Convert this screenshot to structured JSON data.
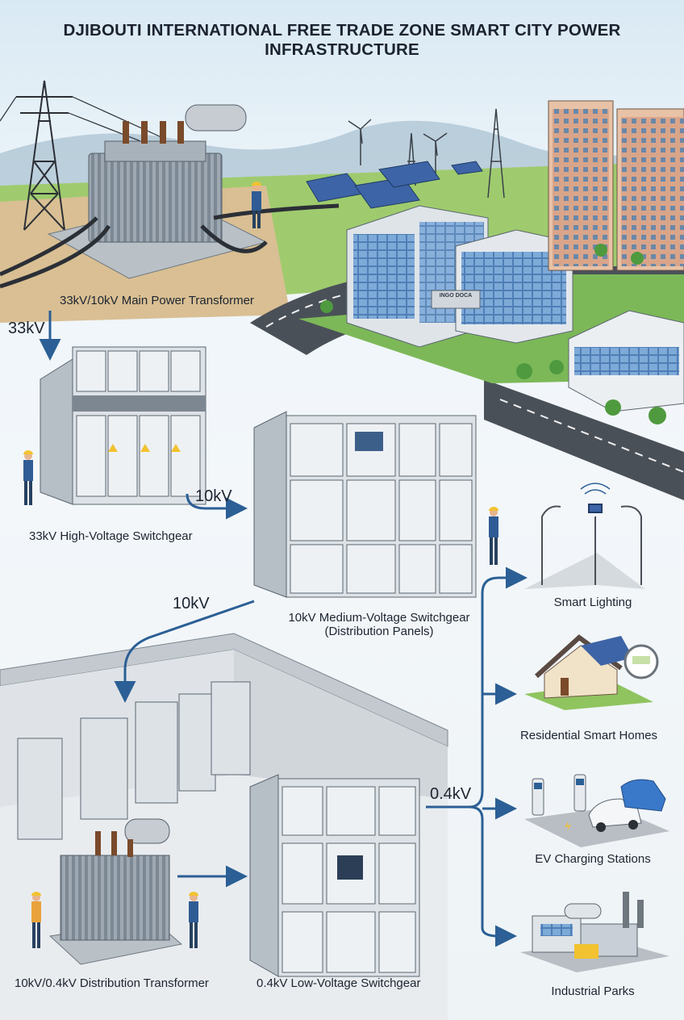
{
  "title": "DJIBOUTI INTERNATIONAL FREE TRADE ZONE SMART CITY POWER INFRASTRUCTURE",
  "components": {
    "main_transformer": "33kV/10kV Main Power Transformer",
    "hv_switchgear": "33kV High-Voltage Switchgear",
    "mv_switchgear_line1": "10kV Medium-Voltage Switchgear",
    "mv_switchgear_line2": "(Distribution Panels)",
    "distribution_transformer": "10kV/0.4kV Distribution Transformer",
    "lv_switchgear": "0.4kV Low-Voltage Switchgear"
  },
  "voltages": {
    "v33": "33kV",
    "v10_a": "10kV",
    "v10_b": "10kV",
    "v04": "0.4kV"
  },
  "loads": {
    "lighting": "Smart Lighting",
    "homes": "Residential Smart Homes",
    "ev": "EV Charging Stations",
    "industrial": "Industrial Parks"
  },
  "building_sign": "INGO DOCA",
  "colors": {
    "flow_arrow": "#2b5f95",
    "sky": "#d9e9f3",
    "grass": "#8fc45f",
    "road": "#4a5058",
    "cabinet": "#dde2e7",
    "worker": "#2f5c95",
    "hardhat": "#f2c230",
    "building_glass": "#5f8fc4"
  }
}
